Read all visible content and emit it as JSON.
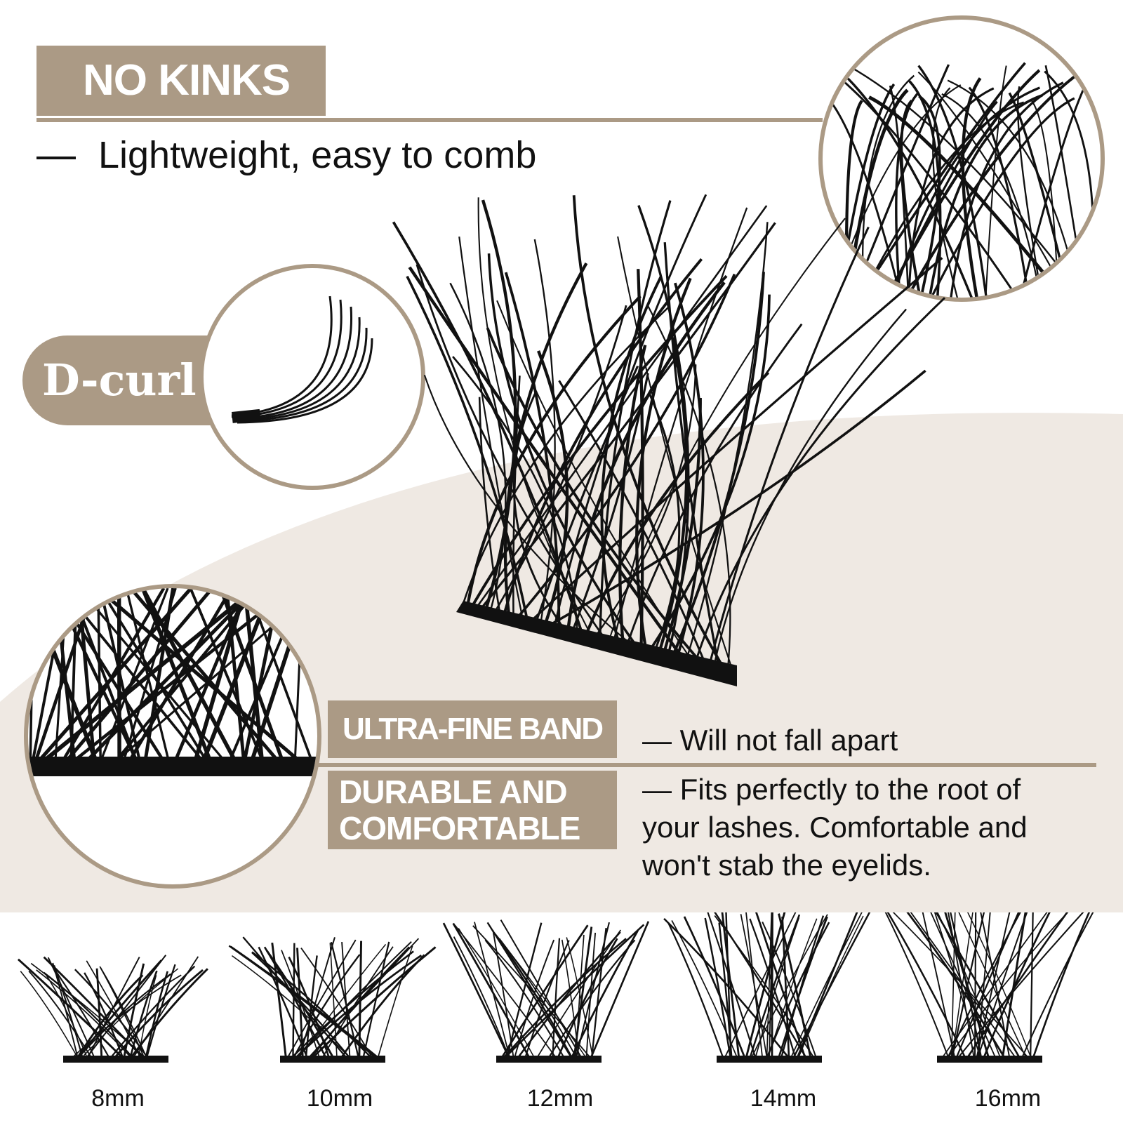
{
  "colors": {
    "accent": "#ab9a85",
    "background": "#efe9e3",
    "lash": "#111111"
  },
  "header": {
    "title": "NO KINKS",
    "subtitle": "Lightweight, easy to comb"
  },
  "curl_badge": {
    "label": "D-curl"
  },
  "features": [
    {
      "title": "ULTRA-FINE BAND",
      "description": "— Will not fall apart"
    },
    {
      "title_line1": "DURABLE AND",
      "title_line2": "COMFORTABLE",
      "description_lines": [
        "— Fits perfectly to the root of",
        "your lashes. Comfortable and",
        "won't stab the eyelids."
      ]
    }
  ],
  "sizes": [
    "8mm",
    "10mm",
    "12mm",
    "14mm",
    "16mm"
  ]
}
